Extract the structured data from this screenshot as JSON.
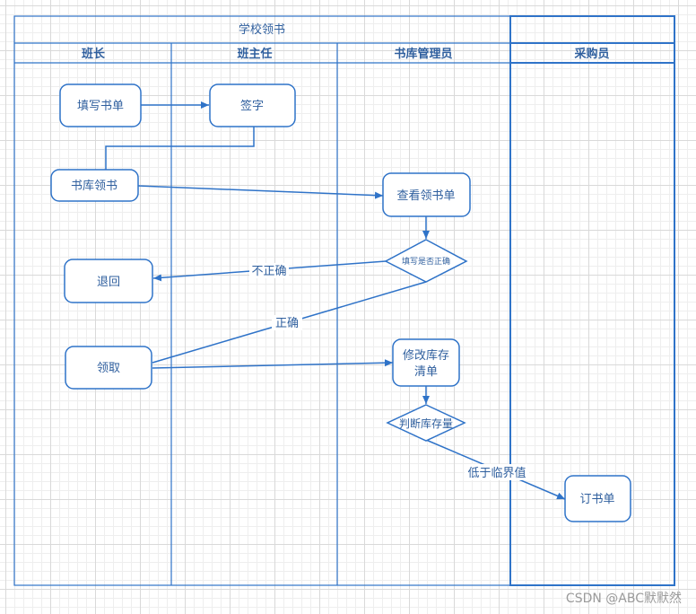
{
  "pool": {
    "title": "学校领书"
  },
  "lanes": [
    {
      "label": "班长"
    },
    {
      "label": "班主任"
    },
    {
      "label": "书库管理员"
    },
    {
      "label": "采购员"
    }
  ],
  "nodes": {
    "fill_form": "填写书单",
    "sign": "签字",
    "library_collect": "书库领书",
    "view_form": "查看领书单",
    "check_correct": "填写是否正确",
    "return": "退回",
    "collect": "领取",
    "modify_stock_line1": "修改库存",
    "modify_stock_line2": "清单",
    "judge_stock": "判断库存量",
    "order": "订书单"
  },
  "edge_labels": {
    "incorrect": "不正确",
    "correct": "正确",
    "below_threshold": "低于临界值"
  },
  "watermark": "CSDN @ABC默默然",
  "colors": {
    "stroke": "#2f73c8",
    "text": "#2f5f9e",
    "background": "#ffffff"
  }
}
